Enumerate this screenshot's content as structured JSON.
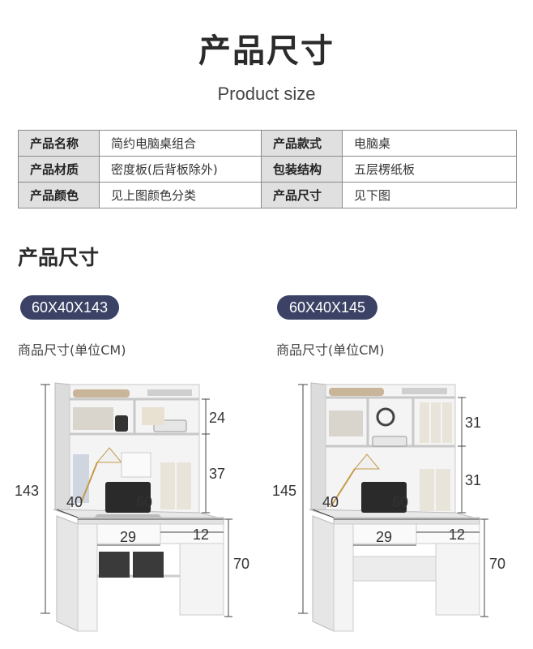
{
  "header": {
    "title": "产品尺寸",
    "subtitle": "Product size"
  },
  "spec_table": {
    "rows": [
      [
        {
          "k": "产品名称",
          "v": "简约电脑桌组合"
        },
        {
          "k": "产品款式",
          "v": "电脑桌"
        }
      ],
      [
        {
          "k": "产品材质",
          "v": "密度板(后背板除外)"
        },
        {
          "k": "包装结构",
          "v": "五层楞纸板"
        }
      ],
      [
        {
          "k": "产品颜色",
          "v": "见上图颜色分类"
        },
        {
          "k": "产品尺寸",
          "v": "见下图"
        }
      ]
    ]
  },
  "section_title": "产品尺寸",
  "products": [
    {
      "badge": "60X40X143",
      "unit": "商品尺寸(单位CM)",
      "dims": {
        "height": "143",
        "upper": "24",
        "middle": "37",
        "desk": "70",
        "depth": "40",
        "width": "60",
        "drawer_w": "29",
        "drawer_h": "12"
      }
    },
    {
      "badge": "60X40X145",
      "unit": "商品尺寸(单位CM)",
      "dims": {
        "height": "145",
        "upper": "31",
        "middle": "31",
        "desk": "70",
        "depth": "40",
        "width": "60",
        "drawer_w": "29",
        "drawer_h": "12"
      }
    }
  ],
  "colors": {
    "badge": "#3b4266",
    "table_key_bg": "#e0e0e0",
    "furniture": "#f1f1f1"
  }
}
